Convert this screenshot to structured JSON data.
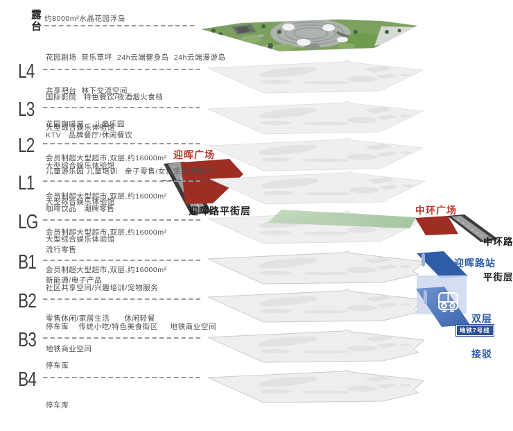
{
  "terrace": {
    "id": "露台",
    "headline": "约8000m²水晶花园浮岛",
    "lines": [
      "花园剧场  音乐草坪  24h云端健身岛  24h云端漫游岛",
      "共享吧台  林下交流空间",
      "花园咖啡屋    儿童乐园"
    ]
  },
  "levels": [
    {
      "id": "L4",
      "lines": [
        "国际影院   特色餐饮/夜酒烟火食档",
        "大型综合娱乐体验馆",
        "会员制超大型超市,双层,约16000m²"
      ]
    },
    {
      "id": "L3",
      "lines": [
        "KTV   品牌餐厅/休闲餐饮",
        "大型综合娱乐体验馆",
        "会员制超大型超市,双层,约16000m²"
      ]
    },
    {
      "id": "L2",
      "lines": [
        "儿童游乐园 儿童培训   亲子零售/女性生活/西餐厅",
        "大型综合娱乐体验馆",
        "会员制超大型超市,双层,约16000m²"
      ]
    },
    {
      "id": "L1",
      "lines": [
        "咖啡饮品   潮牌零售",
        "大型综合娱乐体验馆",
        "会员制超大型超市,双层,约16000m²"
      ]
    },
    {
      "id": "LG",
      "lines": [
        "流行零售",
        "新能源/电子产品"
      ]
    },
    {
      "id": "B1",
      "lines": [
        "社区共享空间/兴趣培训/宠物服务",
        "零售休闲/家居生活      休闲轻餐",
        "地铁商业空间"
      ]
    },
    {
      "id": "B2",
      "lines": [
        "停车库    传统小吃/特色美食街区     地铁商业空间"
      ]
    },
    {
      "id": "B3",
      "lines": [
        "停车库"
      ]
    },
    {
      "id": "B4",
      "lines": [
        "停车库"
      ]
    }
  ],
  "annotations": {
    "yinghui_plaza": "迎晖广场",
    "yinghui_street": "迎晖路平街层",
    "zhonghuan_plaza": "中环广场",
    "zhonghuan_street_1": "中环路",
    "zhonghuan_street_2": "平街层",
    "station": "迎晖路站",
    "transfer_1": "双层",
    "transfer_2": "接驳",
    "metro_badge": "地铁7号线"
  },
  "colors": {
    "plaza_red": "#9e2d23",
    "label_red": "#bf372a",
    "road_gray": "#9c9c9c",
    "road_edge": "#3b3b3b",
    "plate_gray": "#efefef",
    "green_strip": "#a9cba3",
    "station_blue": "#2e5ca7",
    "light_box_blue": "#cfd9ee",
    "metro_badge_bg": "#2b4e97"
  }
}
